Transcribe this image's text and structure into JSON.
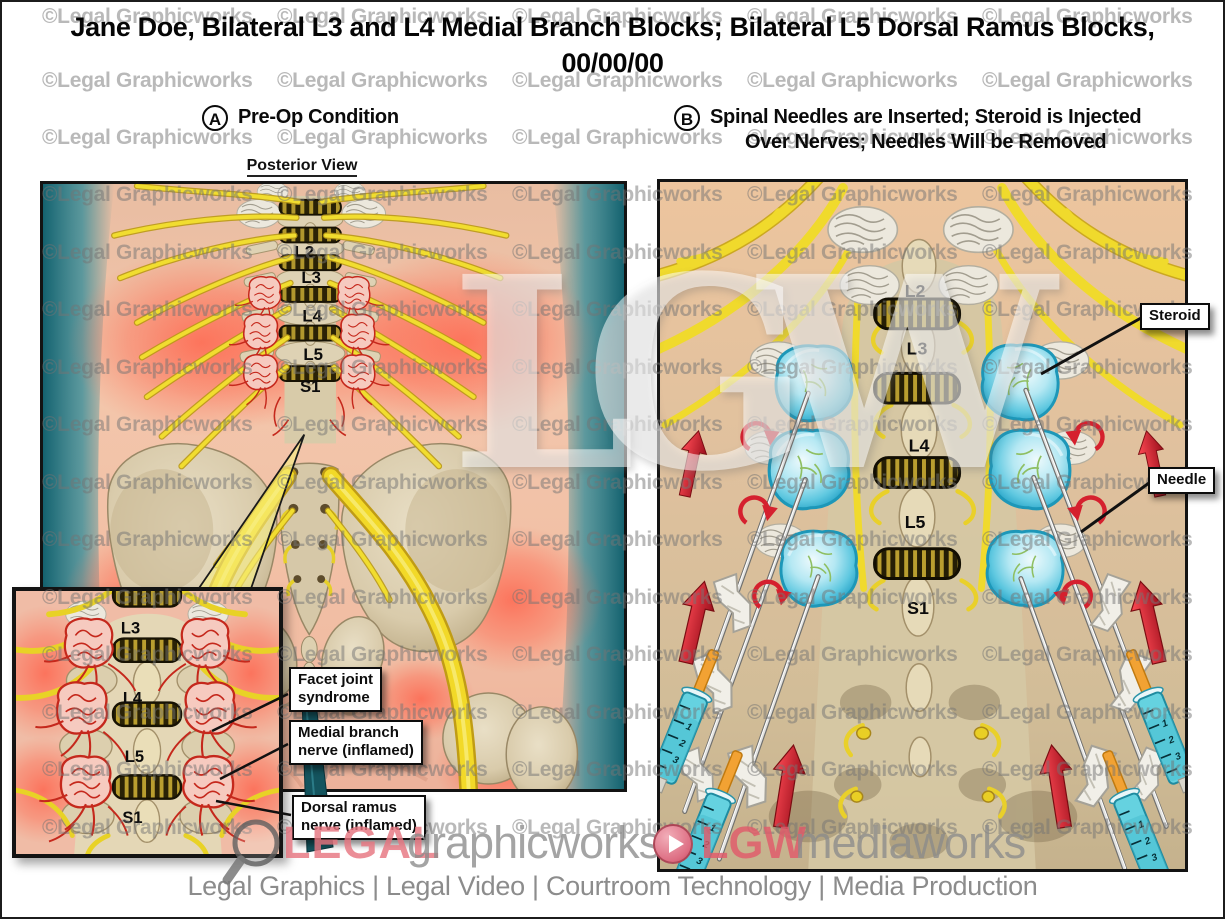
{
  "title": {
    "line1": "Jane Doe, Bilateral L3 and L4 Medial Branch Blocks; Bilateral L5 Dorsal Ramus Blocks,",
    "line2": "00/00/00"
  },
  "watermark": {
    "text": "©Legal Graphicworks"
  },
  "big_watermark": "LGW",
  "panel_a": {
    "badge": "A",
    "heading": "Pre-Op Condition",
    "subtitle": "Posterior View",
    "spine_labels": [
      "L2",
      "L3",
      "L4",
      "L5",
      "S1"
    ]
  },
  "panel_b": {
    "badge": "B",
    "heading_line1": "Spinal Needles are Inserted; Steroid is Injected",
    "heading_line2": "Over Nerves; Needles Will be Removed",
    "spine_labels": [
      "L2",
      "L3",
      "L4",
      "L5",
      "S1"
    ],
    "syringe_marks": [
      "1",
      "2",
      "3"
    ]
  },
  "inset": {
    "spine_labels": [
      "L3",
      "L4",
      "L5",
      "S1"
    ]
  },
  "callouts": {
    "facet": {
      "lines": [
        "Facet joint",
        "syndrome"
      ]
    },
    "medial": {
      "lines": [
        "Medial branch",
        "nerve (inflamed)"
      ]
    },
    "dorsal": {
      "lines": [
        "Dorsal ramus",
        "nerve (inflamed)"
      ]
    },
    "steroid": {
      "label": "Steroid"
    },
    "needle": {
      "label": "Needle"
    }
  },
  "footer": {
    "logo": {
      "legal": "LEGAL",
      "graphicworks": "graphicworks",
      "lgw": "LGW",
      "mediaworks": "mediaworks"
    },
    "tagline": "Legal Graphics | Legal Video | Courtroom Technology | Media Production"
  },
  "colors": {
    "steroid_blue": "#49bcd9",
    "nerve_yellow": "#f2dd2e",
    "inflamed_red": "#c5281c",
    "teal_edge": "#1f707e",
    "watermark_gray": "#737373",
    "logo_red": "#e4727e",
    "logo_gray": "#9a9a9a"
  }
}
